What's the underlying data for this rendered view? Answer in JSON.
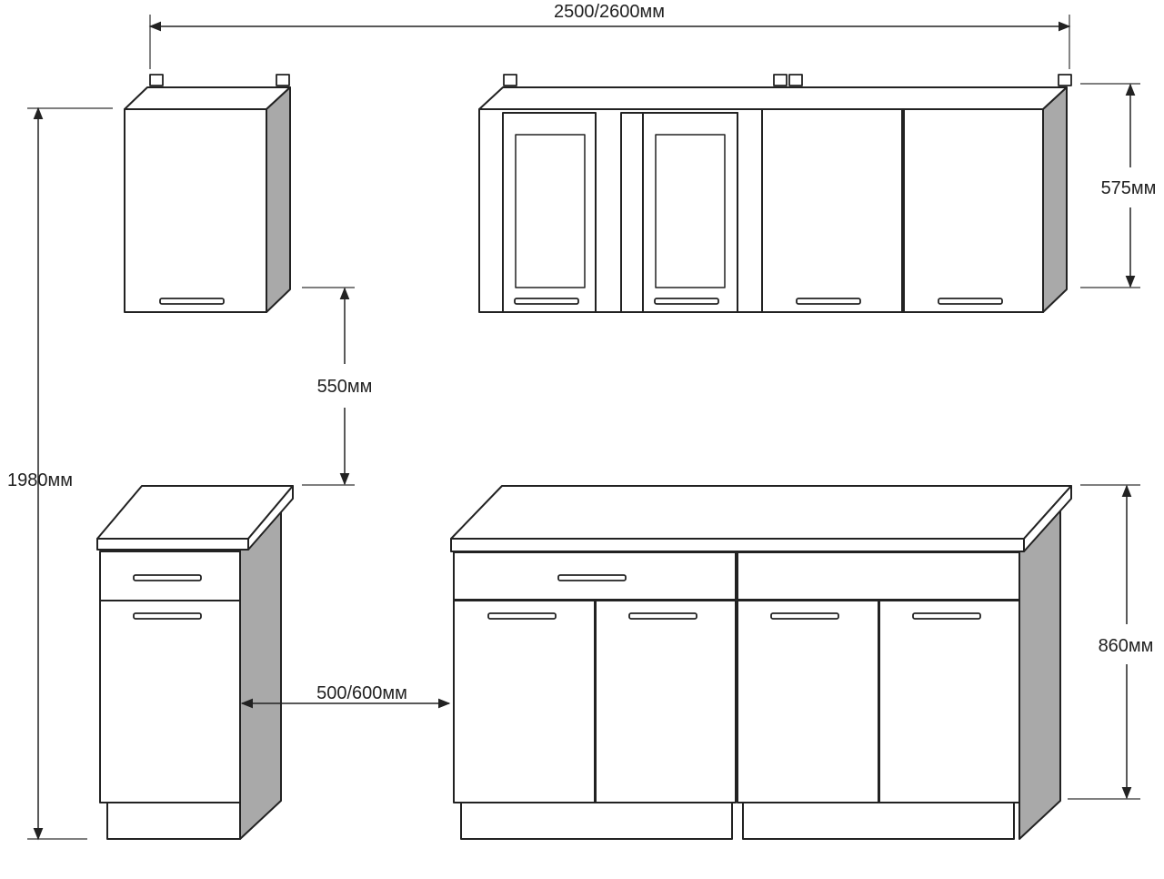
{
  "dimensions": {
    "total_width": "2500/2600мм",
    "wall_cabinet_height": "575мм",
    "gap_height": "550мм",
    "total_height": "1980мм",
    "base_cabinet_height": "860мм",
    "module_width": "500/600мм"
  },
  "colors": {
    "line": "#222222",
    "side_panel": "#a9a9a9",
    "door": "#ffffff"
  }
}
